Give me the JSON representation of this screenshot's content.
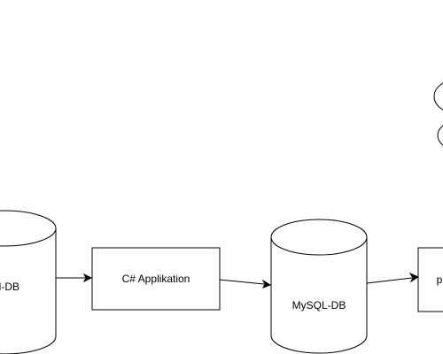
{
  "diagram": {
    "nodes": [
      {
        "id": "source-db",
        "shape": "cylinder",
        "label": "ird-DB"
      },
      {
        "id": "csharp-app",
        "shape": "rectangle",
        "label": "C# Applikation"
      },
      {
        "id": "mysql-db",
        "shape": "cylinder",
        "label": "MySQL-DB"
      },
      {
        "id": "target-process",
        "shape": "rectangle",
        "label": "p"
      },
      {
        "id": "ellipse-top",
        "shape": "ellipse",
        "label": ""
      },
      {
        "id": "ellipse-bottom",
        "shape": "ellipse",
        "label": ""
      }
    ],
    "edges": [
      {
        "from": "source-db",
        "to": "csharp-app",
        "arrow": "end"
      },
      {
        "from": "csharp-app",
        "to": "mysql-db",
        "arrow": "end"
      },
      {
        "from": "mysql-db",
        "to": "target-process",
        "arrow": "end"
      }
    ],
    "colors": {
      "stroke": "#000000",
      "fill": "#ffffff",
      "background": "#ffffff"
    }
  }
}
